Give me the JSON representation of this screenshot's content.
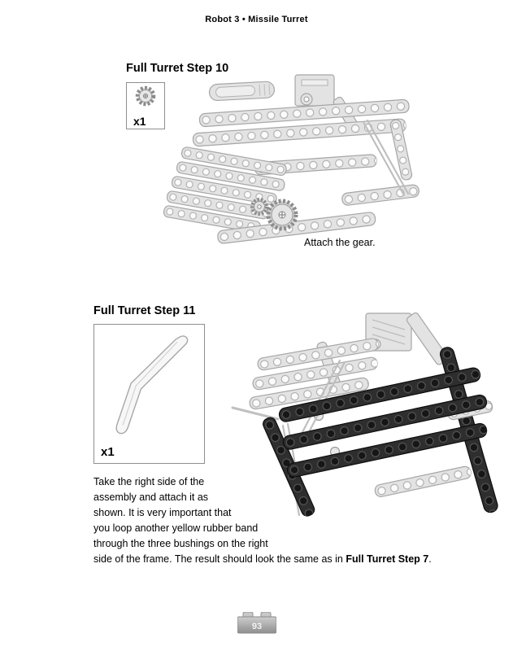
{
  "header": {
    "title": "Robot 3 • Missile Turret"
  },
  "step10": {
    "title": "Full Turret Step 10",
    "part_count": "x1",
    "caption": "Attach the gear."
  },
  "step11": {
    "title": "Full Turret Step 11",
    "part_count": "x1",
    "body_lines": [
      "Take the right side of the",
      "assembly and attach it as",
      "shown. It is very important that",
      "you loop another yellow rubber band",
      "through the three bushings on the right"
    ],
    "body_last_pre": "side of the frame. The result should look the same as in ",
    "body_last_bold": "Full Turret Step 7",
    "body_last_post": "."
  },
  "footer": {
    "page_number": "93"
  },
  "colors": {
    "beam_gray": "#e3e3e3",
    "beam_black": "#2e2e2e",
    "paper": "#ffffff"
  }
}
